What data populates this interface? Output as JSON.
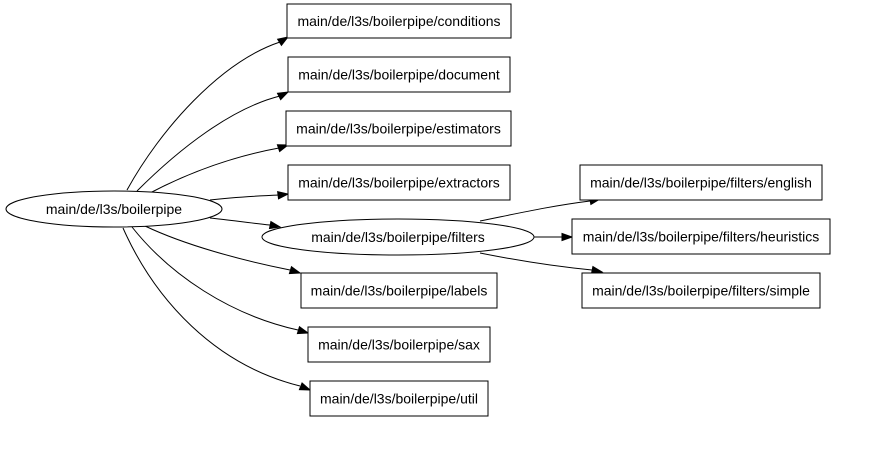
{
  "graph": {
    "nodes": [
      {
        "id": "root",
        "label": "main/de/l3s/boilerpipe",
        "shape": "ellipse"
      },
      {
        "id": "conditions",
        "label": "main/de/l3s/boilerpipe/conditions",
        "shape": "box"
      },
      {
        "id": "document",
        "label": "main/de/l3s/boilerpipe/document",
        "shape": "box"
      },
      {
        "id": "estimators",
        "label": "main/de/l3s/boilerpipe/estimators",
        "shape": "box"
      },
      {
        "id": "extractors",
        "label": "main/de/l3s/boilerpipe/extractors",
        "shape": "box"
      },
      {
        "id": "filters",
        "label": "main/de/l3s/boilerpipe/filters",
        "shape": "ellipse"
      },
      {
        "id": "labels",
        "label": "main/de/l3s/boilerpipe/labels",
        "shape": "box"
      },
      {
        "id": "sax",
        "label": "main/de/l3s/boilerpipe/sax",
        "shape": "box"
      },
      {
        "id": "util",
        "label": "main/de/l3s/boilerpipe/util",
        "shape": "box"
      },
      {
        "id": "english",
        "label": "main/de/l3s/boilerpipe/filters/english",
        "shape": "box"
      },
      {
        "id": "heuristics",
        "label": "main/de/l3s/boilerpipe/filters/heuristics",
        "shape": "box"
      },
      {
        "id": "simple",
        "label": "main/de/l3s/boilerpipe/filters/simple",
        "shape": "box"
      }
    ],
    "edges": [
      {
        "from": "root",
        "to": "conditions"
      },
      {
        "from": "root",
        "to": "document"
      },
      {
        "from": "root",
        "to": "estimators"
      },
      {
        "from": "root",
        "to": "extractors"
      },
      {
        "from": "root",
        "to": "filters"
      },
      {
        "from": "root",
        "to": "labels"
      },
      {
        "from": "root",
        "to": "sax"
      },
      {
        "from": "root",
        "to": "util"
      },
      {
        "from": "filters",
        "to": "english"
      },
      {
        "from": "filters",
        "to": "heuristics"
      },
      {
        "from": "filters",
        "to": "simple"
      }
    ]
  }
}
